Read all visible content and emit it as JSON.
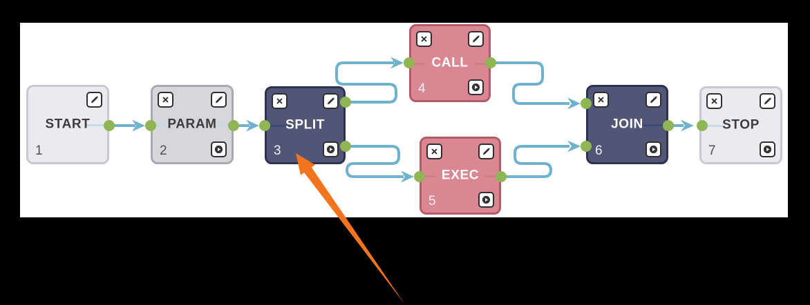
{
  "colors": {
    "background": "#000000",
    "surface": "#ffffff",
    "connector": "#6fb2cd",
    "port_dot": "#90b554",
    "node_light_fill": "#ebebef",
    "node_light_border": "#c9c9d3",
    "node_gray_fill": "#d7d7db",
    "node_gray_border": "#a9a9b4",
    "node_dark_fill": "#515677",
    "node_dark_border": "#2e3250",
    "node_rose_fill": "#db8793",
    "node_rose_border": "#b45b69",
    "annotation_arrow": "#f4731f"
  },
  "workflow": {
    "nodes": [
      {
        "id": "1",
        "label": "START",
        "style": "light",
        "icons": [
          "edit"
        ]
      },
      {
        "id": "2",
        "label": "PARAM",
        "style": "gray",
        "icons": [
          "delete",
          "edit",
          "run"
        ]
      },
      {
        "id": "3",
        "label": "SPLIT",
        "style": "dark",
        "icons": [
          "delete",
          "edit",
          "run"
        ]
      },
      {
        "id": "4",
        "label": "CALL",
        "style": "rose",
        "icons": [
          "delete",
          "edit",
          "run"
        ]
      },
      {
        "id": "5",
        "label": "EXEC",
        "style": "rose",
        "icons": [
          "delete",
          "edit",
          "run"
        ]
      },
      {
        "id": "6",
        "label": "JOIN",
        "style": "dark",
        "icons": [
          "delete",
          "edit",
          "run"
        ]
      },
      {
        "id": "7",
        "label": "STOP",
        "style": "light",
        "icons": [
          "delete",
          "edit",
          "run"
        ]
      }
    ],
    "edges": [
      {
        "from": "1",
        "to": "2"
      },
      {
        "from": "2",
        "to": "3"
      },
      {
        "from": "3",
        "to": "4"
      },
      {
        "from": "3",
        "to": "5"
      },
      {
        "from": "4",
        "to": "6"
      },
      {
        "from": "5",
        "to": "6"
      },
      {
        "from": "6",
        "to": "7"
      }
    ],
    "annotation": {
      "shape": "arrow",
      "color": "#f4731f",
      "points_to_node_id": "3"
    }
  }
}
